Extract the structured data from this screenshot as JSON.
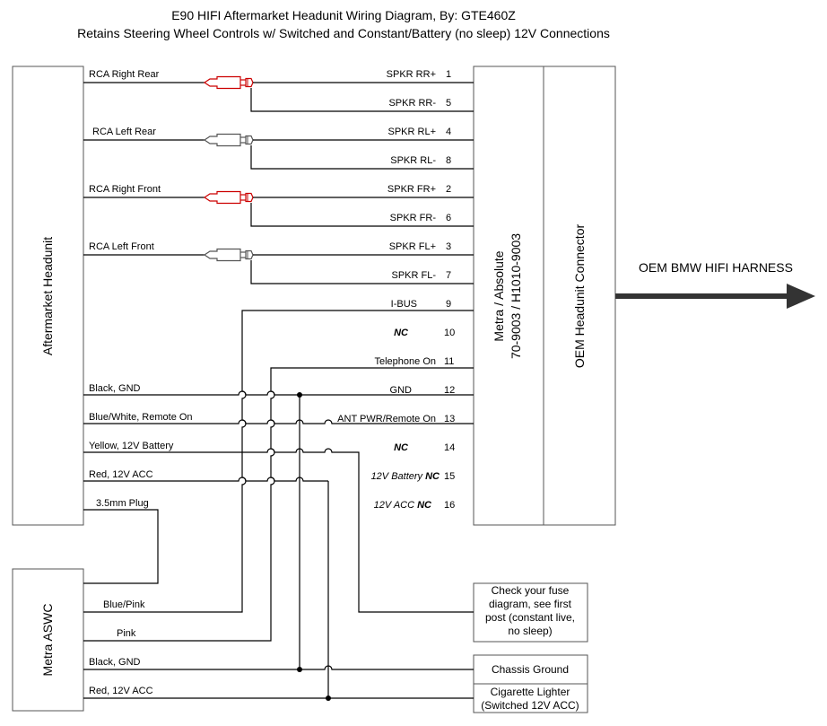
{
  "title": {
    "line1": "E90 HIFI Aftermarket Headunit Wiring Diagram, By: GTE460Z",
    "line2": "Retains Steering Wheel Controls w/ Switched and Constant/Battery (no sleep) 12V Connections"
  },
  "boxes": {
    "headunit": "Aftermarket Headunit",
    "aswc": "Metra ASWC",
    "metra_line1": "Metra / Absolute",
    "metra_line2": "70-9003 / H1010-9003",
    "oem_connector": "OEM Headunit Connector",
    "harness_label": "OEM BMW HIFI HARNESS",
    "fuse_note": [
      "Check your fuse",
      "diagram, see first",
      "post (constant live,",
      "no sleep)"
    ],
    "chassis_ground": "Chassis Ground",
    "cig_lighter": [
      "Cigarette Lighter",
      "(Switched 12V ACC)"
    ]
  },
  "headunit_wires": [
    "RCA Right Rear",
    "RCA Left Rear",
    "RCA Right Front",
    "RCA Left Front",
    "Black, GND",
    "Blue/White, Remote On",
    "Yellow, 12V Battery",
    "Red, 12V ACC",
    "3.5mm Plug"
  ],
  "aswc_wires": [
    "Blue/Pink",
    "Pink",
    "Black, GND",
    "Red, 12V ACC"
  ],
  "pins": [
    {
      "label": "SPKR RR+",
      "num": "1"
    },
    {
      "label": "SPKR RR-",
      "num": "5"
    },
    {
      "label": "SPKR RL+",
      "num": "4"
    },
    {
      "label": "SPKR RL-",
      "num": "8"
    },
    {
      "label": "SPKR FR+",
      "num": "2"
    },
    {
      "label": "SPKR FR-",
      "num": "6"
    },
    {
      "label": "SPKR FL+",
      "num": "3"
    },
    {
      "label": "SPKR FL-",
      "num": "7"
    },
    {
      "label": "I-BUS",
      "num": "9"
    },
    {
      "label": "NC",
      "num": "10"
    },
    {
      "label": "Telephone On",
      "num": "11"
    },
    {
      "label": "GND",
      "num": "12"
    },
    {
      "label": "ANT PWR/Remote On",
      "num": "13"
    },
    {
      "label": "NC",
      "num": "14"
    },
    {
      "label": "12V Battery",
      "label_suffix": "NC",
      "num": "15"
    },
    {
      "label": "12V ACC",
      "label_suffix": "NC",
      "num": "16"
    }
  ],
  "colors": {
    "wire": "#000000",
    "rca_red": "#cc0000",
    "rca_white": "#555555",
    "box_border": "#555555"
  }
}
